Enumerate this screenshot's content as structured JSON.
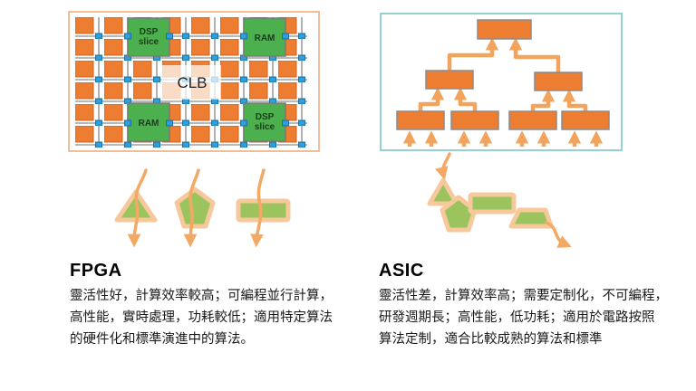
{
  "fpga": {
    "title": "FPGA",
    "description_lines": [
      "靈活性好，計算效率較高；可編程並行計算，",
      "高性能，實時處理，功耗較低；適用特定算法",
      "的硬件化和標準演進中的算法。"
    ],
    "diagram": {
      "dsp_label_line1": "DSP",
      "dsp_label_line2": "slice",
      "ram_label": "RAM",
      "clb_label": "CLB"
    }
  },
  "asic": {
    "title": "ASIC",
    "description_lines": [
      "靈活性差，計算效率高；需要定制化，不可編程，",
      "研發週期長；高性能，低功耗；適用於電路按照",
      "算法定制，適合比較成熟的算法和標準"
    ]
  },
  "colors": {
    "block_orange": "#ED7D31",
    "block_green": "#4CB04E",
    "connector_blue": "#2E9FD9",
    "grid_line_grey": "#A0A0A0",
    "fpga_border": "#F0BE9A",
    "asic_border": "#95D2CE",
    "arrow_orange": "#F2A45C",
    "flow_arrow_orange": "#F3A964",
    "flow_shape_green": "#9CC45E",
    "flow_shape_outline": "#F7C89B"
  }
}
